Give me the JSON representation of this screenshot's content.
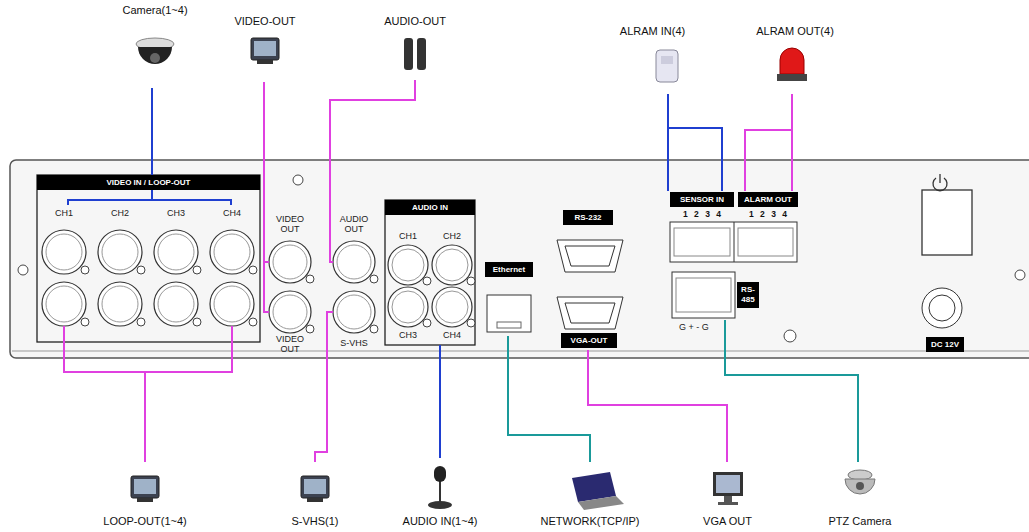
{
  "diagram": {
    "nodes": [
      {
        "text": [
          "Camera(1~4)"
        ]
      },
      {
        "text": [
          "VIDEO-OUT"
        ]
      },
      {
        "text": [
          "AUDIO-OUT"
        ]
      },
      {
        "text": [
          "ALRAM IN(4)"
        ]
      },
      {
        "text": [
          "ALRAM OUT(4)"
        ]
      },
      {
        "text": [
          "VIDEO IN / LOOP-OUT",
          "CH1",
          "CH2",
          "CH3",
          "CH4"
        ]
      },
      {
        "text": [
          "AUDIO IN",
          "CH1",
          "CH2",
          "CH3",
          "CH4"
        ]
      },
      {
        "text": [
          "Ethernet"
        ]
      },
      {
        "text": [
          "RS-232"
        ]
      },
      {
        "text": [
          "VGA-OUT"
        ]
      },
      {
        "text": [
          "SENSOR IN",
          "1 2 3 4"
        ]
      },
      {
        "text": [
          "ALARM OUT",
          "1 2 3 4"
        ]
      },
      {
        "text": [
          "RS-485"
        ]
      },
      {
        "text": [
          "LOOP-OUT(1~4)"
        ]
      },
      {
        "text": [
          "S-VHS(1)"
        ]
      },
      {
        "text": [
          "AUDIO IN(1~4)"
        ]
      },
      {
        "text": [
          "NETWORK(TCP/IP)"
        ]
      },
      {
        "text": [
          "VGA OUT"
        ]
      },
      {
        "text": [
          "PTZ Camera"
        ]
      }
    ],
    "edges": [
      {
        "from": 0,
        "to": 5,
        "arrow": "none"
      },
      {
        "from": 3,
        "to": 10,
        "arrow": "none"
      },
      {
        "from": 4,
        "to": 11,
        "arrow": "none"
      },
      {
        "from": 5,
        "to": 13,
        "arrow": "none"
      },
      {
        "from": 15,
        "to": 6,
        "arrow": "none"
      },
      {
        "from": 7,
        "to": 16,
        "arrow": "none"
      },
      {
        "from": 9,
        "to": 17,
        "arrow": "none"
      },
      {
        "from": 12,
        "to": 18,
        "arrow": "none"
      }
    ],
    "labels": [
      "VIDEO OUT",
      "AUDIO OUT",
      "VIDEO OUT",
      "S-VHS",
      "G + - G",
      "DC 12V"
    ]
  }
}
